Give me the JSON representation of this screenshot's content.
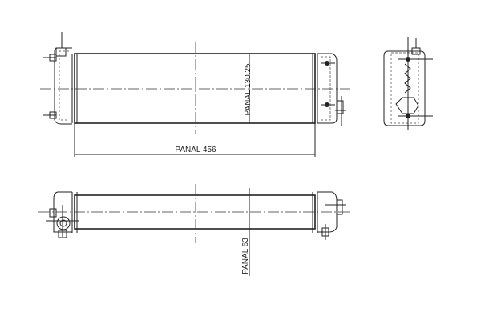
{
  "dimensions": {
    "width_label": "PANAL  456",
    "height_label": "PANAL  130.25",
    "depth_label": "PANAL  63"
  }
}
